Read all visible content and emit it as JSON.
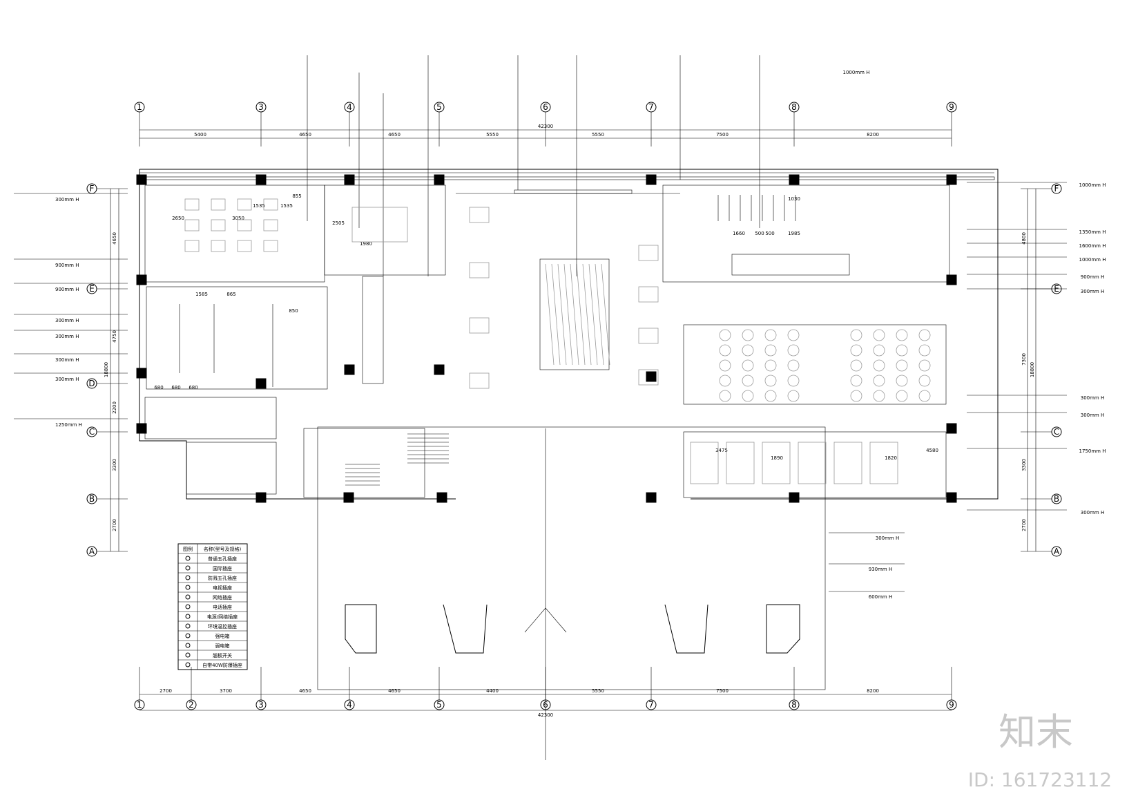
{
  "axes_top": [
    "1",
    "3",
    "4",
    "5",
    "6",
    "7",
    "8",
    "9"
  ],
  "axes_bottom": [
    "1",
    "2",
    "3",
    "4",
    "5",
    "6",
    "7",
    "8",
    "9"
  ],
  "axes_left": [
    "F",
    "E",
    "D",
    "C",
    "B",
    "A"
  ],
  "axes_right": [
    "F",
    "E",
    "C",
    "B",
    "A"
  ],
  "dims_top": [
    "5400",
    "4650",
    "4650",
    "5550",
    "5550",
    "7500",
    "8200"
  ],
  "dim_top_total": "42300",
  "dims_bottom": [
    "2700",
    "3700",
    "4650",
    "4650",
    "4400",
    "5550",
    "7500",
    "8200"
  ],
  "dim_bottom_total": "42300",
  "dims_left": [
    "4650",
    "4750",
    "2200",
    "3300",
    "2700"
  ],
  "dim_left_total": "18800",
  "dims_right": [
    "4800",
    "7300",
    "3300",
    "2700"
  ],
  "dim_right_total": "18800",
  "room_dims": [
    "2650",
    "3050",
    "2505",
    "1535",
    "1535",
    "855",
    "1585",
    "865",
    "850",
    "1980",
    "1660",
    "500",
    "500",
    "1985",
    "1030",
    "3475",
    "4580",
    "1890",
    "1820",
    "680",
    "680",
    "680"
  ],
  "left_heights": [
    "300mm H",
    "900mm H",
    "900mm H",
    "300mm H",
    "300mm H",
    "300mm H",
    "300mm H",
    "1250mm H"
  ],
  "right_heights": [
    "1000mm H",
    "1350mm H",
    "1600mm H",
    "1000mm H",
    "900mm H",
    "300mm H",
    "300mm H",
    "300mm H",
    "1750mm H",
    "300mm H"
  ],
  "top_heights": [
    "1000mm H"
  ],
  "bottom_heights": [
    "300mm H",
    "930mm H",
    "600mm H"
  ],
  "legend": {
    "header_icon": "图例",
    "header_name": "名称(型号及规格)",
    "rows": [
      "普通五孔插座",
      "国际插座",
      "防溅五孔插座",
      "电视插座",
      "网络插座",
      "电话插座",
      "电源/网络插座",
      "环境温控插座",
      "强电箱",
      "弱电箱",
      "翘板开关",
      "自带40W防爆插座"
    ]
  },
  "watermark": {
    "logo": "知末",
    "id": "ID: 161723112"
  }
}
